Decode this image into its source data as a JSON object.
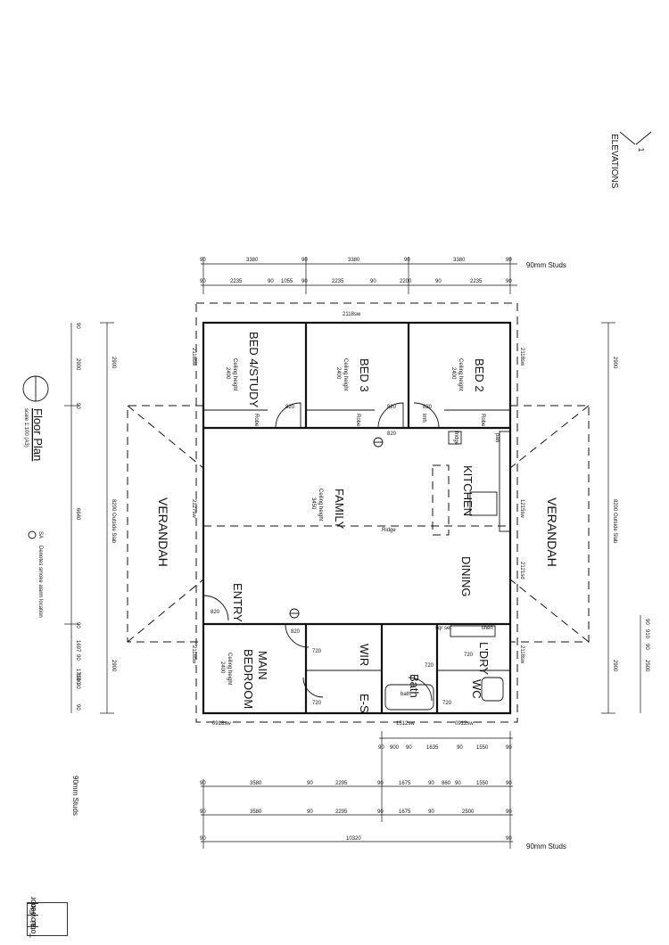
{
  "plan_title": "Floor Plan",
  "plan_scale": "scale 1:100 (A3)",
  "elevations_label": "ELEVATIONS",
  "elevations_number": "1",
  "rooms": {
    "bed4": "BED 4/STUDY",
    "bed3": "BED 3",
    "bed2": "BED 2",
    "family": "FAMILY",
    "kitchen": "KITCHEN",
    "dining": "DINING",
    "entry": "ENTRY",
    "main_bedroom_1": "MAIN",
    "main_bedroom_2": "BEDROOM",
    "wir": "WIR",
    "ens": "E-S",
    "bath": "Bath",
    "ldry": "L'DRY",
    "wc": "WC",
    "verandah_left": "VERANDAH",
    "verandah_right": "VERANDAH"
  },
  "ceiling": {
    "label": "Ceiling height",
    "value_2400": "2400",
    "value_3450": "3450"
  },
  "fixtures": {
    "robe": "Robe",
    "fridge": "fridge",
    "pan": "pan",
    "linen": "linen",
    "sqr_set": "sqr set",
    "bath_tub": "bath",
    "lmh": "lmh",
    "ridge": "Ridge",
    "outside_slab": "8200  Outside  Slab"
  },
  "doors": [
    "820",
    "820",
    "820",
    "820",
    "820",
    "820",
    "720",
    "720",
    "720",
    "720",
    "720"
  ],
  "top_dims": {
    "studs_row": [
      "90",
      "3380",
      "90",
      "3380",
      "90",
      "3380",
      "90"
    ],
    "detail_row": [
      "90",
      "2235",
      "90",
      "1055",
      "90",
      "2235",
      "90",
      "2200",
      "90",
      "2235",
      "90"
    ],
    "studs_label": "90mm Studs"
  },
  "bottom_dims": {
    "row1": [
      "90",
      "900",
      "90",
      "1635",
      "90",
      "1550",
      "90"
    ],
    "row2": [
      "90",
      "3580",
      "90",
      "2295",
      "90",
      "1675",
      "90",
      "860",
      "90",
      "1550",
      "90"
    ],
    "row3": [
      "90",
      "3580",
      "90",
      "2295",
      "90",
      "1675",
      "90",
      "2500",
      "90"
    ],
    "row4": [
      "90",
      "10320",
      "90"
    ],
    "studs_label": "90mm Studs"
  },
  "left_dims": {
    "outer": [
      "2900",
      "8200  Outside  Slab",
      "2900"
    ],
    "inner": [
      "90",
      "2900",
      "90",
      "6640",
      "90",
      "1697",
      "90",
      "1713",
      "90",
      "3500",
      "90"
    ],
    "studs_label": "90mm Studs"
  },
  "right_dims": [
    "2900",
    "8200  Outside  Slab",
    "2900",
    "2500",
    "90",
    "910",
    "90"
  ],
  "window_codes": [
    "2118sw",
    "2118sw",
    "2118sw",
    "2127sw",
    "2118sw",
    "1215sw",
    "2121sd",
    "2118sw",
    "0918sw",
    "1512sw",
    "0912sw"
  ],
  "smoke_alarm_note": "Denotes smoke alarm location",
  "smoke_alarm_symbol": "SA",
  "legend": [
    "Floor",
    "Lower",
    "Total"
  ]
}
